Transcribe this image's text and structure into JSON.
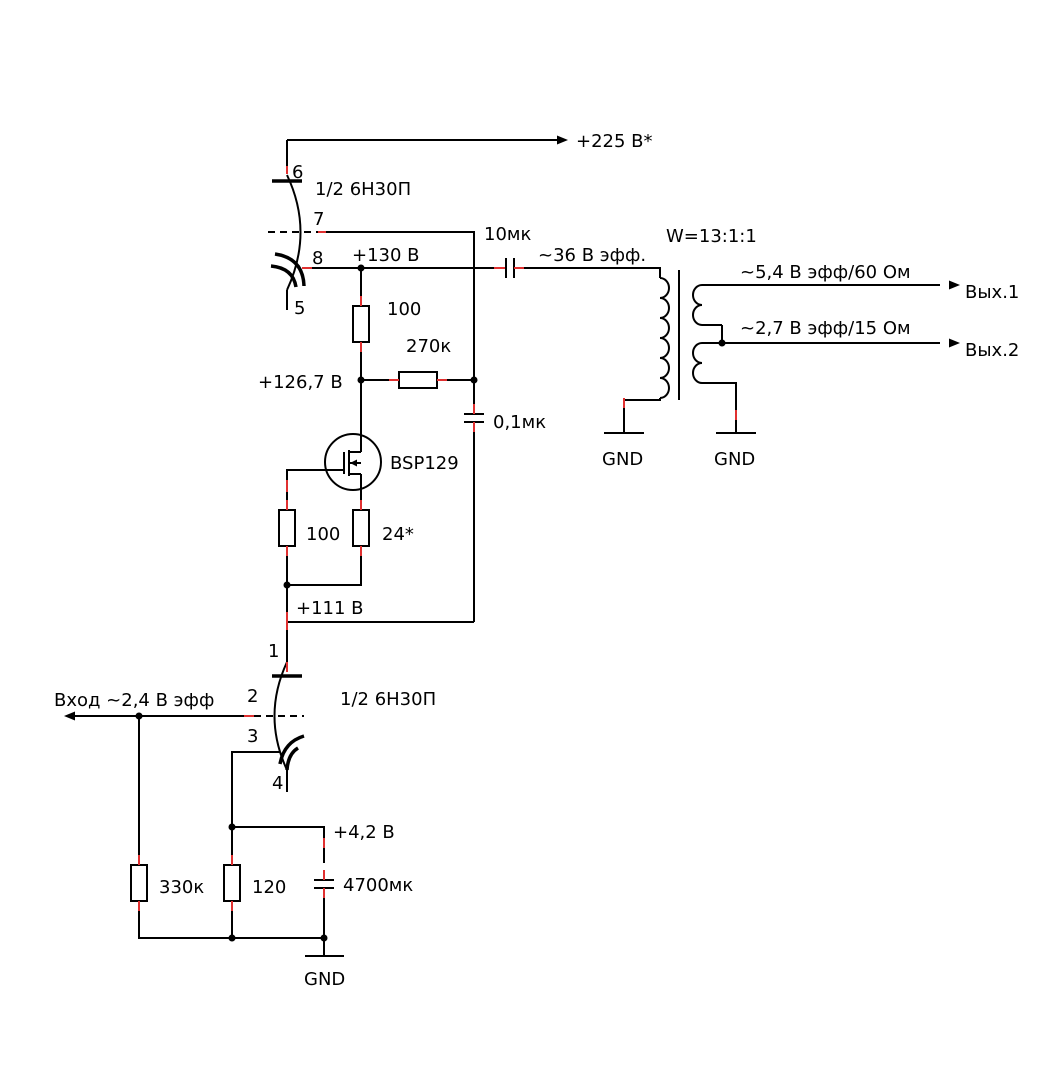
{
  "supply_top": "+225 В*",
  "tube_top": {
    "name": "1/2 6Н30П",
    "pin_anode": "6",
    "pin_grid": "7",
    "pin_cathode": "8",
    "pin_heater": "5"
  },
  "tube_bottom": {
    "name": "1/2 6Н30П",
    "pin_anode": "1",
    "pin_grid": "2",
    "pin_cathode": "3",
    "pin_heater": "4"
  },
  "cap_coupling": "10мк",
  "voltage_cathode_top": "+130 В",
  "voltage_out_primary": "~36 В эфф.",
  "transformer_ratio": "W=13:1:1",
  "output1_voltage": "~5,4 В эфф/60 Ом",
  "output1_label": "Вых.1",
  "output2_voltage": "~2,7 В эфф/15 Ом",
  "output2_label": "Вых.2",
  "r_100_top": "100",
  "r_270k": "270к",
  "voltage_node_mid": "+126,7 В",
  "cap_01": "0,1мк",
  "transistor": "BSP129",
  "r_100_gate": "100",
  "r_24": "24*",
  "voltage_111": "+111 В",
  "input_label": "Вход ~2,4 В эфф",
  "voltage_bottom_cathode": "+4,2 В",
  "r_330k": "330к",
  "r_120": "120",
  "cap_4700": "4700мк",
  "gnd_labels": [
    "GND",
    "GND",
    "GND"
  ]
}
